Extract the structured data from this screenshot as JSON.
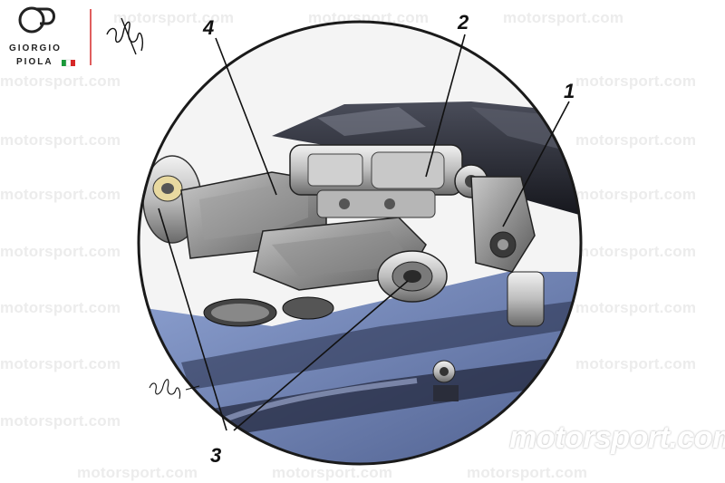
{
  "branding": {
    "logo_line1": "GIORGIO",
    "logo_line2": "PIOLA",
    "flag_colors": [
      "#1a9a3a",
      "#ffffff",
      "#d62828"
    ],
    "watermark_text": "motorsport.com",
    "brand_mark_text": "motorsport.com"
  },
  "callouts": {
    "label_1": "1",
    "label_2": "2",
    "label_3": "3",
    "label_4": "4"
  },
  "palette": {
    "background": "#ffffff",
    "circle_outline": "#1a1a1a",
    "body_blue": "#6c82b8",
    "body_dark": "#2a2d3a",
    "metal_light": "#d9d9d9",
    "metal_dark": "#6a6a6a",
    "arm_gray": "#8a8a8a"
  }
}
